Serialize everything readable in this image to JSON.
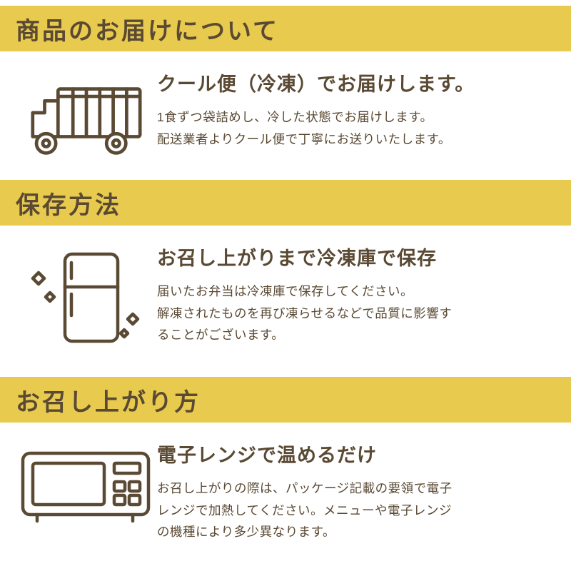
{
  "colors": {
    "banner_bg": "#e8cb4e",
    "text": "#5a4933",
    "background": "#ffffff"
  },
  "sections": [
    {
      "banner": "商品のお届けについて",
      "icon": "truck-icon",
      "heading": "クール便（冷凍）でお届けします。",
      "body": [
        "1食ずつ袋詰めし、冷した状態でお届けします。",
        "配送業者よりクール便で丁寧にお送りいたします。"
      ]
    },
    {
      "banner": "保存方法",
      "icon": "fridge-icon",
      "heading": "お召し上がりまで冷凍庫で保存",
      "body": [
        "届いたお弁当は冷凍庫で保存してください。",
        "解凍されたものを再び凍らせるなどで品質に影響す",
        "ることがございます。"
      ]
    },
    {
      "banner": "お召し上がり方",
      "icon": "microwave-icon",
      "heading": "電子レンジで温めるだけ",
      "body": [
        "お召し上がりの際は、パッケージ記載の要領で電子",
        "レンジで加熱してください。メニューや電子レンジ",
        "の機種により多少異なります。"
      ]
    }
  ]
}
